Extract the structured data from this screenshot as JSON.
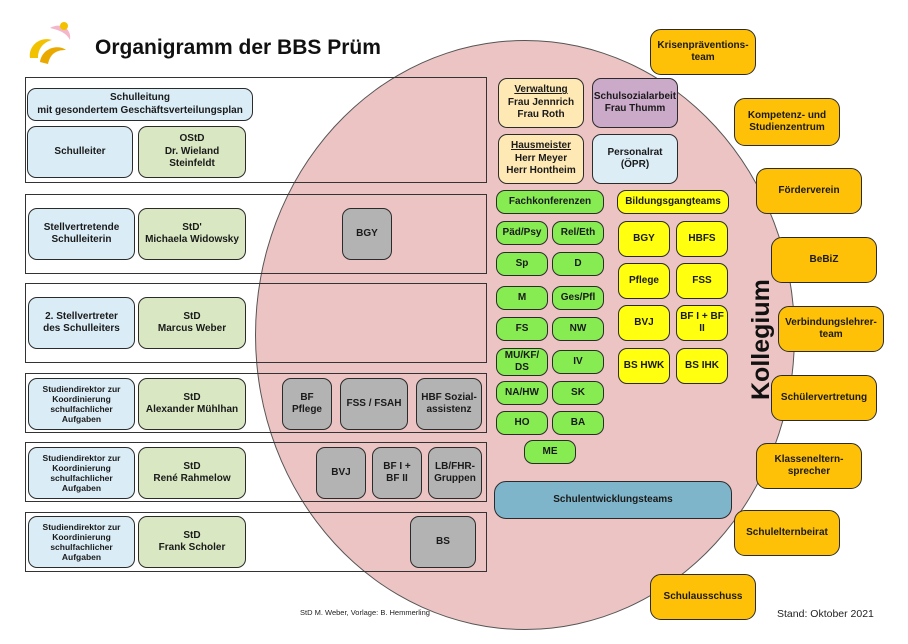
{
  "title": "Organigramm der BBS Prüm",
  "circle_label": "Kollegium",
  "footer": {
    "credit": "StD M. Weber, Vorlage: B. Hemmerling",
    "stand": "Stand: Oktober 2021"
  },
  "rows": {
    "r1": {
      "header": "Schulleitung\nmit gesondertem Geschäftsverteilungsplan",
      "role": "Schulleiter",
      "person": "OStD\nDr. Wieland\nSteinfeldt"
    },
    "r2": {
      "role": "Stellvertretende\nSchulleiterin",
      "person": "StD'\nMichaela Widowsky",
      "extra1": "BGY"
    },
    "r3": {
      "role": "2. Stellvertreter\ndes Schulleiters",
      "person": "StD\nMarcus Weber"
    },
    "r4": {
      "role": "Studiendirektor zur\nKoordinierung\nschulfachlicher\nAufgaben",
      "person": "StD\nAlexander Mühlhan",
      "extra1": "BF\nPflege",
      "extra2": "FSS / FSAH",
      "extra3": "HBF Sozial-\nassistenz"
    },
    "r5": {
      "role": "Studiendirektor zur\nKoordinierung\nschulfachlicher\nAufgaben",
      "person": "StD\nRené Rahmelow",
      "extra1": "BVJ",
      "extra2": "BF I +\nBF II",
      "extra3": "LB/FHR-\nGruppen"
    },
    "r6": {
      "role": "Studiendirektor zur\nKoordinierung\nschulfachlicher\nAufgaben",
      "person": "StD\nFrank Scholer",
      "extra1": "BS"
    }
  },
  "admin": {
    "verwaltung_title": "Verwaltung",
    "verwaltung_names": "Frau Jennrich\nFrau Roth",
    "sozial": "Schulsozialarbeit\nFrau Thumm",
    "hausmeister_title": "Hausmeister",
    "hausmeister_names": "Herr Meyer\nHerr Hontheim",
    "personalrat": "Personalrat\n(ÖPR)"
  },
  "fach": {
    "header": "Fachkonferenzen",
    "items": [
      "Päd/Psy",
      "Rel/Eth",
      "Sp",
      "D",
      "M",
      "Ges/Pfl",
      "FS",
      "NW",
      "MU/KF/\nDS",
      "IV",
      "NA/HW",
      "SK",
      "HO",
      "BA",
      "ME"
    ]
  },
  "bildung": {
    "header": "Bildungsgangteams",
    "items": [
      "BGY",
      "HBFS",
      "Pflege",
      "FSS",
      "BVJ",
      "BF I + BF\nII",
      "BS HWK",
      "BS IHK"
    ]
  },
  "schulentwicklung": "Schulentwicklungsteams",
  "outer": [
    "Krisenpräventions-\nteam",
    "Kompetenz- und\nStudienzentrum",
    "Förderverein",
    "BeBiZ",
    "Verbindungslehrer-\nteam",
    "Schülervertretung",
    "Klasseneltern-\nsprecher",
    "Schulelternbeirat",
    "Schulausschuss"
  ],
  "colors": {
    "circle": "#ecc4c4",
    "orange": "#ffc107",
    "green": "#86ec52",
    "yellow": "#ffff0f"
  }
}
